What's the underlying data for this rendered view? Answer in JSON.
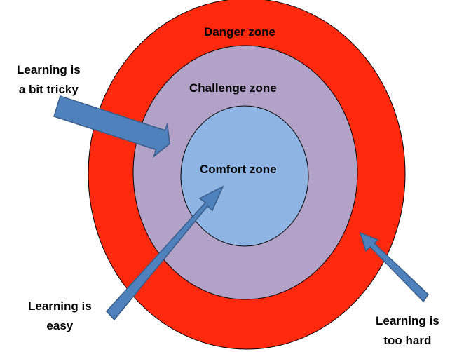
{
  "zones": {
    "danger": {
      "label": "Danger zone",
      "color": "#ff2a0e"
    },
    "challenge": {
      "label": "Challenge zone",
      "color": "#b3a2c7"
    },
    "comfort": {
      "label": "Comfort zone",
      "color": "#8eb4e3"
    }
  },
  "arrow_color": "#4f81bd",
  "arrows": {
    "tricky": {
      "line1": "Learning is",
      "line2": "a bit tricky"
    },
    "easy": {
      "line1": "Learning is",
      "line2": "easy"
    },
    "hard": {
      "line1": "Learning is",
      "line2": "too hard"
    }
  }
}
